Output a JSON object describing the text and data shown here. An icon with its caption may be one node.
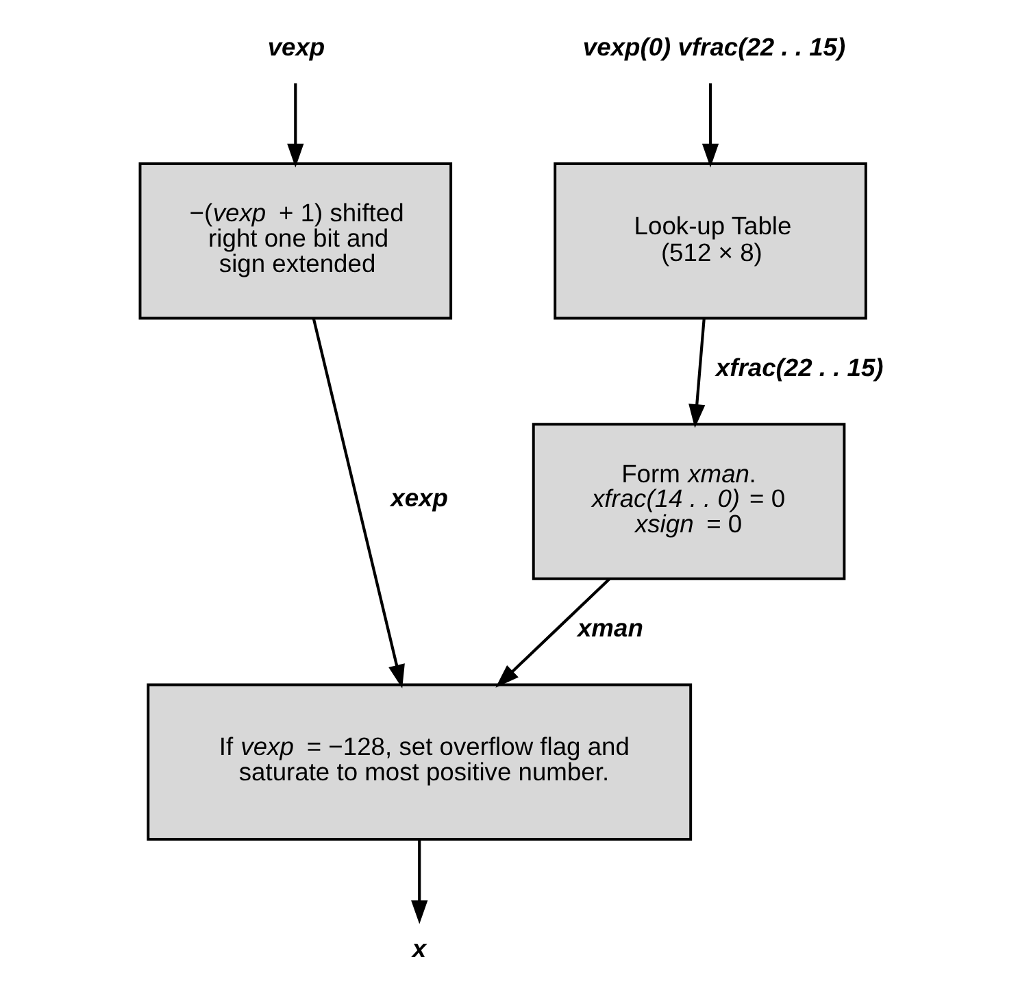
{
  "diagram": {
    "nodes": [
      {
        "text": [
          "*vexp*"
        ]
      },
      {
        "text": [
          "*vexp(0) vfrac(22 . . 15)*"
        ]
      },
      {
        "text": [
          "−(*vexp* + 1) shifted right one bit and sign extended"
        ]
      },
      {
        "text": [
          "Look-up Table (512 × 8)"
        ]
      },
      {
        "text": [
          "Form *xman*. *xfrac(14 . . 0)* = 0 *xsign* = 0"
        ]
      },
      {
        "text": [
          "If *vexp* = −128, set overflow flag and saturate to most positive number."
        ]
      },
      {
        "text": [
          "*x*"
        ]
      }
    ],
    "edges": [
      {
        "from": 0,
        "to": 2,
        "arrow": "to"
      },
      {
        "from": 1,
        "to": 3,
        "arrow": "to"
      },
      {
        "from": 3,
        "to": 4,
        "arrow": "to",
        "label": "*xfrac(22 . . 15)*"
      },
      {
        "from": 2,
        "to": 5,
        "arrow": "to",
        "label": "*xexp*"
      },
      {
        "from": 4,
        "to": 5,
        "arrow": "to",
        "label": "*xman*"
      },
      {
        "from": 5,
        "to": 6,
        "arrow": "to"
      }
    ]
  }
}
